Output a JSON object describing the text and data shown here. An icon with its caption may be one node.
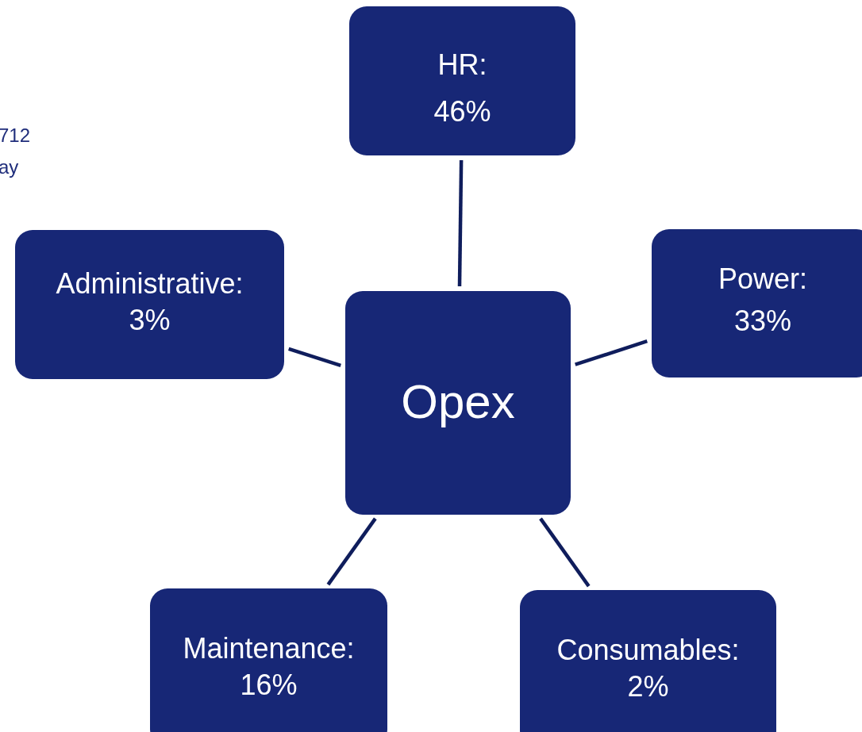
{
  "diagram": {
    "nodes": [
      {
        "text": [
          "Opex"
        ]
      },
      {
        "text": [
          "HR: 46%"
        ]
      },
      {
        "text": [
          "Power: 33%"
        ]
      },
      {
        "text": [
          "Administrative: 3%"
        ]
      },
      {
        "text": [
          "Maintenance: 16%"
        ]
      },
      {
        "text": [
          "Consumables: 2%"
        ]
      }
    ],
    "edges": [
      {
        "from": 0,
        "to": 1,
        "arrow": "none"
      },
      {
        "from": 0,
        "to": 2,
        "arrow": "none"
      },
      {
        "from": 0,
        "to": 3,
        "arrow": "none"
      },
      {
        "from": 0,
        "to": 4,
        "arrow": "none"
      },
      {
        "from": 0,
        "to": 5,
        "arrow": "none"
      }
    ],
    "labels": [
      "712",
      "ay"
    ]
  }
}
